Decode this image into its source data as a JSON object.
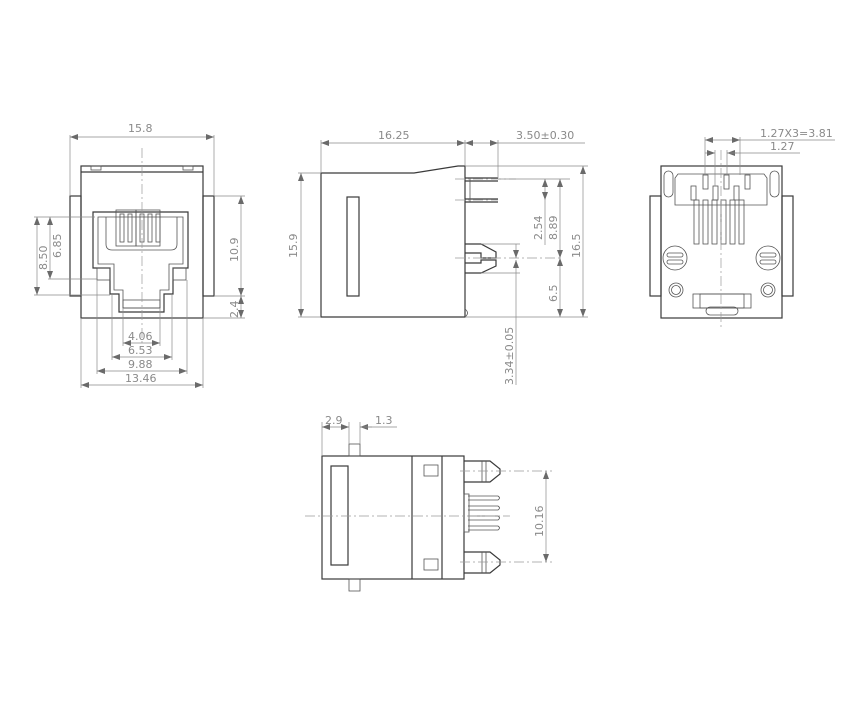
{
  "drawing": {
    "title": "RJ11 modular jack mechanical drawing",
    "line_color": "#3a3a3a",
    "dimension_color": "#8a8a8a",
    "views": {
      "front": {
        "dims": {
          "width_overall": "15.8",
          "height_left_outer": "8.50",
          "height_left_inner": "6.85",
          "height_right_upper": "10.9",
          "height_right_lower": "2.4",
          "width_406": "4.06",
          "width_653": "6.53",
          "width_988": "9.88",
          "width_1346": "13.46"
        }
      },
      "side": {
        "dims": {
          "length": "16.25",
          "pin_length": "3.50±0.30",
          "height": "15.9",
          "pin_pitch": "2.54",
          "pin_row_offset": "8.89",
          "total_height": "16.5",
          "peg_height": "6.5",
          "peg_dia": "3.34±0.05"
        }
      },
      "rear": {
        "dims": {
          "pitch_total": "1.27X3=3.81",
          "pitch": "1.27"
        }
      },
      "bottom": {
        "dims": {
          "offset_a": "2.9",
          "offset_b": "1.3",
          "peg_spacing": "10.16"
        }
      }
    }
  }
}
